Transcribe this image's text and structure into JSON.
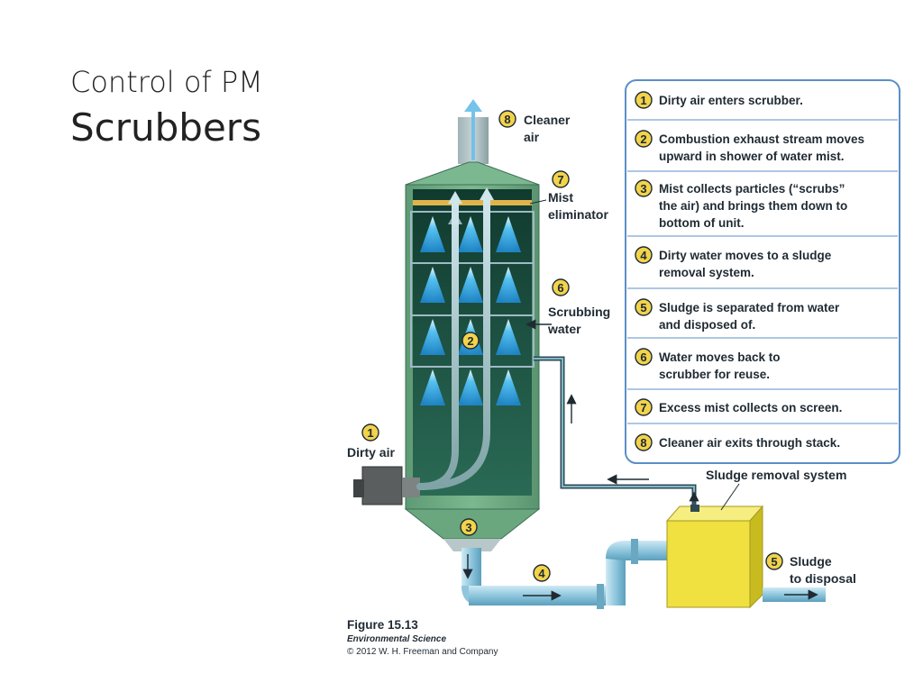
{
  "slide": {
    "subtitle": "Control of PM",
    "title": "Scrubbers"
  },
  "diagram": {
    "labels": {
      "cleaner_air_1": "Cleaner",
      "cleaner_air_2": "air",
      "mist_eliminator_1": "Mist",
      "mist_eliminator_2": "eliminator",
      "scrubbing_water_1": "Scrubbing",
      "scrubbing_water_2": "water",
      "dirty_air": "Dirty air",
      "sludge_removal_system": "Sludge removal system",
      "sludge_to_disposal_1": "Sludge",
      "sludge_to_disposal_2": "to disposal"
    },
    "badges": {
      "b1": "1",
      "b2": "2",
      "b3": "3",
      "b4": "4",
      "b5": "5",
      "b6": "6",
      "b7": "7",
      "b8": "8"
    },
    "steps": [
      {
        "num": "1",
        "line1": "Dirty air enters scrubber.",
        "line2": "",
        "line3": ""
      },
      {
        "num": "2",
        "line1": "Combustion exhaust stream moves",
        "line2": "upward in shower of water mist.",
        "line3": ""
      },
      {
        "num": "3",
        "line1": "Mist collects particles (“scrubs”",
        "line2": "the air) and brings them down to",
        "line3": "bottom of unit."
      },
      {
        "num": "4",
        "line1": "Dirty water moves to a sludge",
        "line2": "removal system.",
        "line3": ""
      },
      {
        "num": "5",
        "line1": "Sludge is separated from water",
        "line2": "and disposed of.",
        "line3": ""
      },
      {
        "num": "6",
        "line1": "Water moves back to",
        "line2": "scrubber for reuse.",
        "line3": ""
      },
      {
        "num": "7",
        "line1": "Excess mist collects on screen.",
        "line2": "",
        "line3": ""
      },
      {
        "num": "8",
        "line1": "Cleaner air exits through stack.",
        "line2": "",
        "line3": ""
      }
    ],
    "caption": {
      "figure": "Figure 15.13",
      "book": "Environmental Science",
      "copyright": "© 2012 W. H. Freeman and Company"
    },
    "colors": {
      "tower_green": "#6aa77f",
      "tower_dark": "#1f4a3c",
      "mist_blue": "#2aa6e0",
      "pipe_blue": "#9fd0e6",
      "sludge_yellow": "#f0e040",
      "badge_yellow": "#f2d34a",
      "panel_border": "#5b8fc7"
    }
  }
}
